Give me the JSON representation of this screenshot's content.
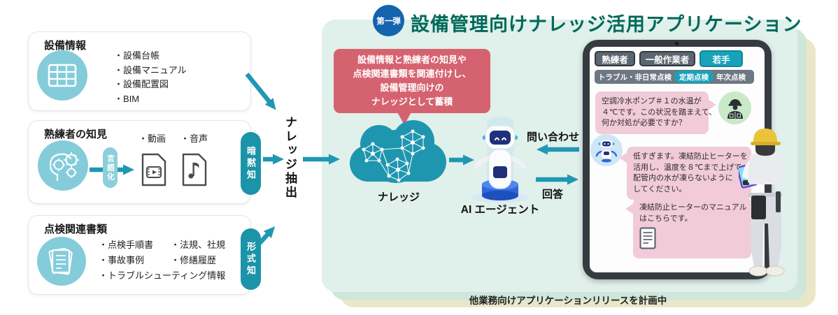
{
  "title": {
    "badge": "第一弾",
    "text": "設備管理向けナレッジ活用アプリケーション"
  },
  "sources": {
    "equipment": {
      "title": "設備情報",
      "icon": "table-ledger-icon",
      "items": [
        "・設備台帳",
        "・設備マニュアル",
        "・設備配置図",
        "・BIM"
      ]
    },
    "expert": {
      "title": "熟練者の知見",
      "icon": "head-gears-icon",
      "process": "言語化",
      "items": [
        "・動画",
        "・音声"
      ],
      "tag": "暗黙知"
    },
    "documents": {
      "title": "点検関連書類",
      "icon": "stacked-documents-icon",
      "col1": [
        "・点検手順書",
        "・事故事例"
      ],
      "col2": [
        "・法規、社規",
        "・修繕履歴"
      ],
      "wide": "・トラブルシューティング情報",
      "tag": "形式知"
    }
  },
  "flow": {
    "extract": "ナレッジ抽出",
    "callout": {
      "lines": [
        "設備情報と熟練者の知見や",
        "点検関連書類を関連付けし、",
        "設備管理向けの",
        "ナレッジとして蓄積"
      ]
    },
    "cloud": "ナレッジ",
    "agent": "AI エージェント",
    "inquiry": "問い合わせ",
    "answer": "回答"
  },
  "tablet": {
    "user_tabs": [
      {
        "label": "熟練者",
        "active": false
      },
      {
        "label": "一般作業者",
        "active": false
      },
      {
        "label": "若手",
        "active": true
      }
    ],
    "mode_tabs": [
      {
        "label": "トラブル・非日常点検",
        "active": false
      },
      {
        "label": "定期点検",
        "active": true
      },
      {
        "label": "年次点検",
        "active": false
      }
    ],
    "messages": [
      {
        "role": "user",
        "lines": [
          "空調冷水ポンプ＃１の水温が",
          "４℃です。この状況を踏まえて、",
          "何か対処が必要ですか？"
        ]
      },
      {
        "role": "ai",
        "lines": [
          "低すぎます。凍結防止ヒーターを",
          "活用し、温度を８℃まで上げて",
          "配管内の水が凍らないように",
          "してください。"
        ]
      },
      {
        "role": "ai",
        "lines": [
          "凍結防止ヒーターのマニュアル",
          "はこちらです。"
        ],
        "attachment": "document-icon"
      }
    ]
  },
  "footer": {
    "text": "他業務向けアプリケーションリリースを計画中"
  },
  "colors": {
    "accent_teal": "#2097b3",
    "title_green": "#00695a",
    "badge_blue": "#1464ae",
    "callout_rose": "#d5636f",
    "bubble_pink": "#f2cbd8",
    "panel_mint": "#e0f0eb",
    "card_green": "#cfe7da",
    "card_cream": "#eae7c9",
    "tag_teal": "#1b93a8",
    "icon_circle_teal": "#84ccda",
    "tab_gray": "#5c6670",
    "active_teal": "#18a2ba"
  }
}
